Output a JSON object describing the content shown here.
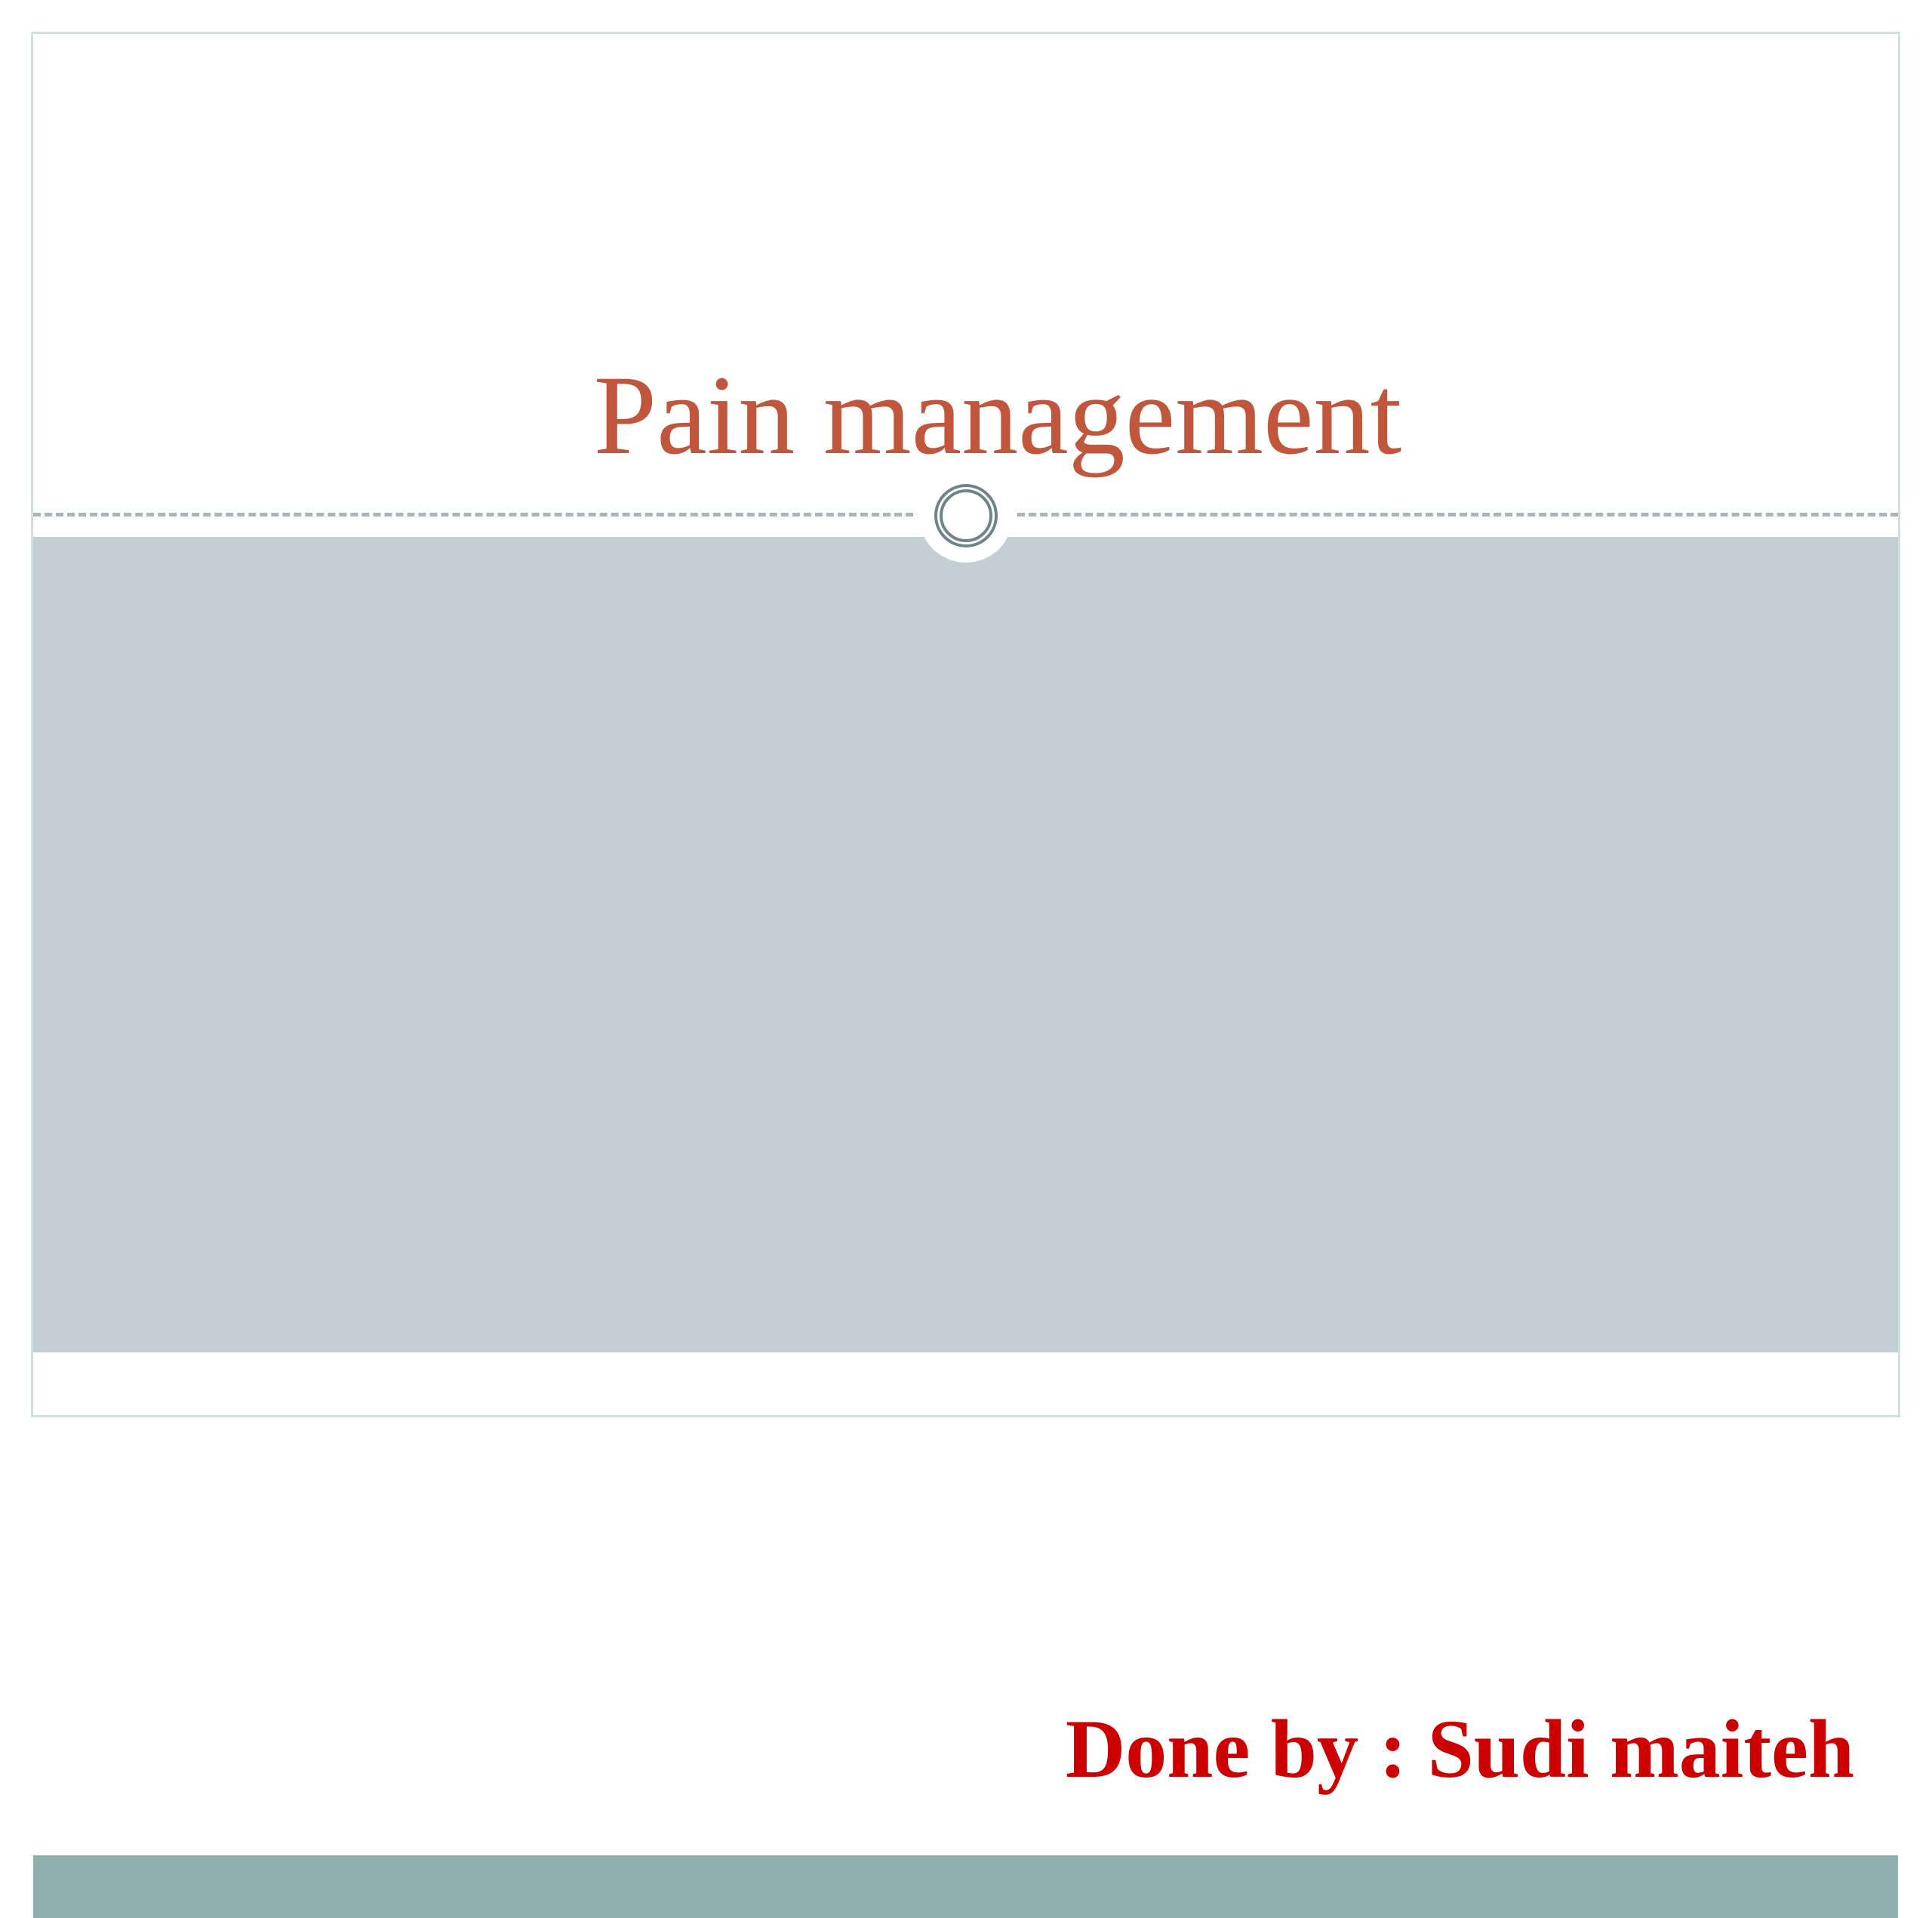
{
  "slide": {
    "kind": "presentation-title-slide",
    "title": "Pain management",
    "author_credit": "Done by : Sudi maiteh",
    "ornament": "double-ring-circle",
    "colors": {
      "title_text": "#C0563C",
      "author_text": "#CC0000",
      "panel_background": "#C3CFD4",
      "accent_bar": "#8FB0AE",
      "frame_border": "#CFE0E0",
      "separator_dash": "#AAB4BB",
      "ornament_ring": "#6D8588",
      "slide_background": "#FFFFFF"
    }
  }
}
